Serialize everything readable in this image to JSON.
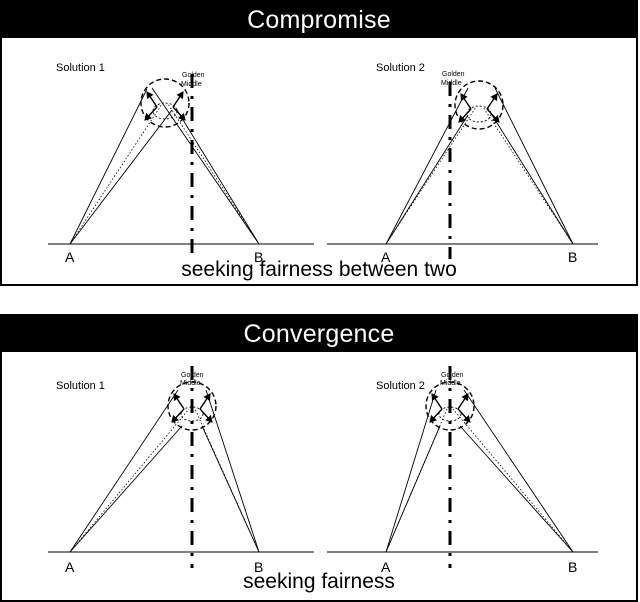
{
  "panels": [
    {
      "title": "Compromise",
      "caption": "seeking fairness between two",
      "diagrams": [
        {
          "solution_label": "Solution 1",
          "golden_label_1": "Golden",
          "golden_label_2": "Middle",
          "point_a": "A",
          "point_b": "B"
        },
        {
          "solution_label": "Solution 2",
          "golden_label_1": "Golden",
          "golden_label_2": "Middle",
          "point_a": "A",
          "point_b": "B"
        }
      ]
    },
    {
      "title": "Convergence",
      "caption": "seeking fairness",
      "diagrams": [
        {
          "solution_label": "Solution 1",
          "golden_label_1": "Golden",
          "golden_label_2": "Middle",
          "point_a": "A",
          "point_b": "B"
        },
        {
          "solution_label": "Solution 2",
          "golden_label_1": "Golden",
          "golden_label_2": "Middle",
          "point_a": "A",
          "point_b": "B"
        }
      ]
    }
  ]
}
